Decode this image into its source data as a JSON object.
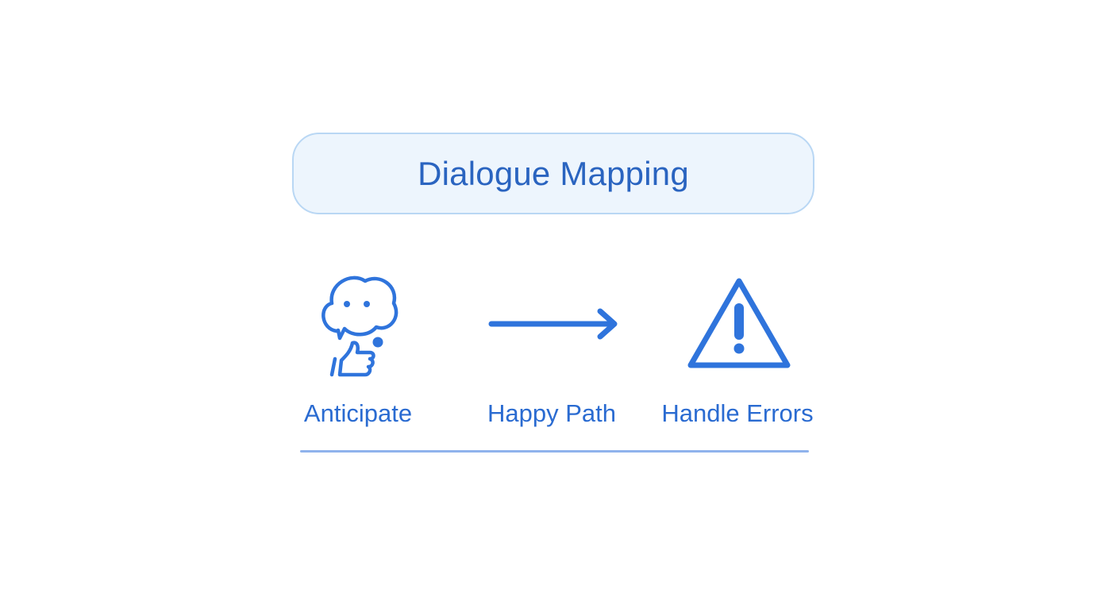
{
  "title": "Dialogue Mapping",
  "steps": [
    {
      "label": "Anticipate",
      "icon": "thought-bubble-thumbs-up-icon"
    },
    {
      "label": "Happy Path",
      "icon": "right-arrow-icon"
    },
    {
      "label": "Handle Errors",
      "icon": "warning-triangle-icon"
    }
  ],
  "colors": {
    "accent": "#2f74dc",
    "title_text": "#2a64c0",
    "pill_fill": "#edf5fd",
    "pill_border": "#b9d7f4",
    "baseline": "#8fb3ec"
  }
}
